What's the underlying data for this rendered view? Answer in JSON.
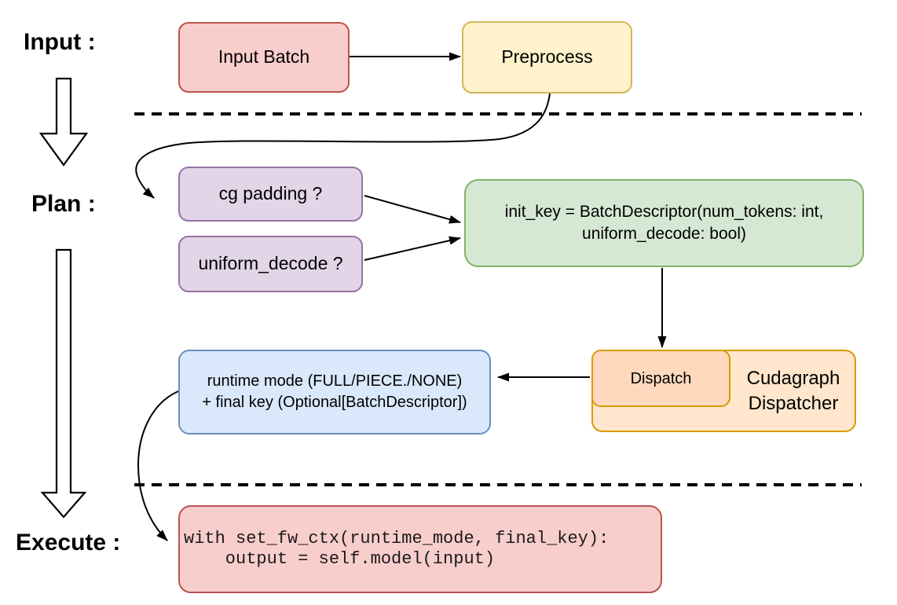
{
  "stage_labels": {
    "input": "Input :",
    "plan": "Plan :",
    "execute": "Execute :"
  },
  "nodes": {
    "input_batch": {
      "label": "Input Batch",
      "fill": "#F8CECC",
      "stroke": "#B85450"
    },
    "preprocess": {
      "label": "Preprocess",
      "fill": "#FFF2CC",
      "stroke": "#D6B656"
    },
    "cg_padding": {
      "label": "cg padding ?",
      "fill": "#E1D5E7",
      "stroke": "#9673A6"
    },
    "uniform_decode": {
      "label": "uniform_decode ?",
      "fill": "#E1D5E7",
      "stroke": "#9673A6"
    },
    "init_key": {
      "line1": "init_key = BatchDescriptor(num_tokens: int,",
      "line2": "uniform_decode: bool)",
      "fill": "#D5E8D4",
      "stroke": "#82B366"
    },
    "runtime_mode": {
      "line1": "runtime mode (FULL/PIECE./NONE)",
      "line2": "+ final key (Optional[BatchDescriptor])",
      "fill": "#DAE8FC",
      "stroke": "#6C8EBF"
    },
    "dispatch": {
      "label": "Dispatch",
      "fill": "#FFD9BD",
      "stroke": "#D79B00"
    },
    "cudagraph_dispatcher": {
      "line1": "Cudagraph",
      "line2": "Dispatcher",
      "fill": "#FFE6CC",
      "stroke": "#D79B00"
    },
    "execute_code": {
      "line1": "with set_fw_ctx(runtime_mode, final_key):",
      "line2": "    output = self.model(input)",
      "fill": "#F8CECC",
      "stroke": "#B85450"
    }
  },
  "connector_color": "#000000",
  "divider_color": "#000000",
  "background": "#FFFFFF"
}
